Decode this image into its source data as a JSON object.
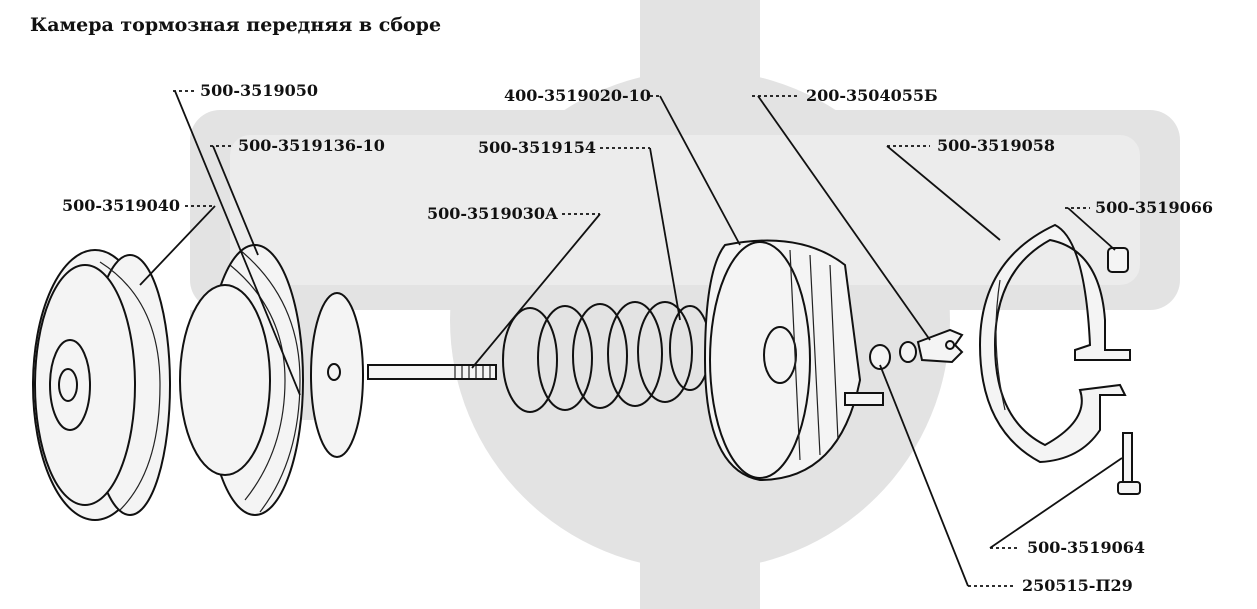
{
  "title": "Камера тормозная передняя в сборе",
  "part_numbers": {
    "p1": "500-3519050",
    "p2": "500-3519136-10",
    "p3": "500-3519040",
    "p4": "500-3519154",
    "p5": "500-3519030А",
    "p6": "400-3519020-10",
    "p7": "200-3504055Б",
    "p8": "500-3519058",
    "p9": "500-3519066",
    "p10": "500-3519064",
    "p11": "250515-П29"
  },
  "colors": {
    "line": "#111111",
    "watermark": "#e3e3e3",
    "background": "#ffffff"
  }
}
